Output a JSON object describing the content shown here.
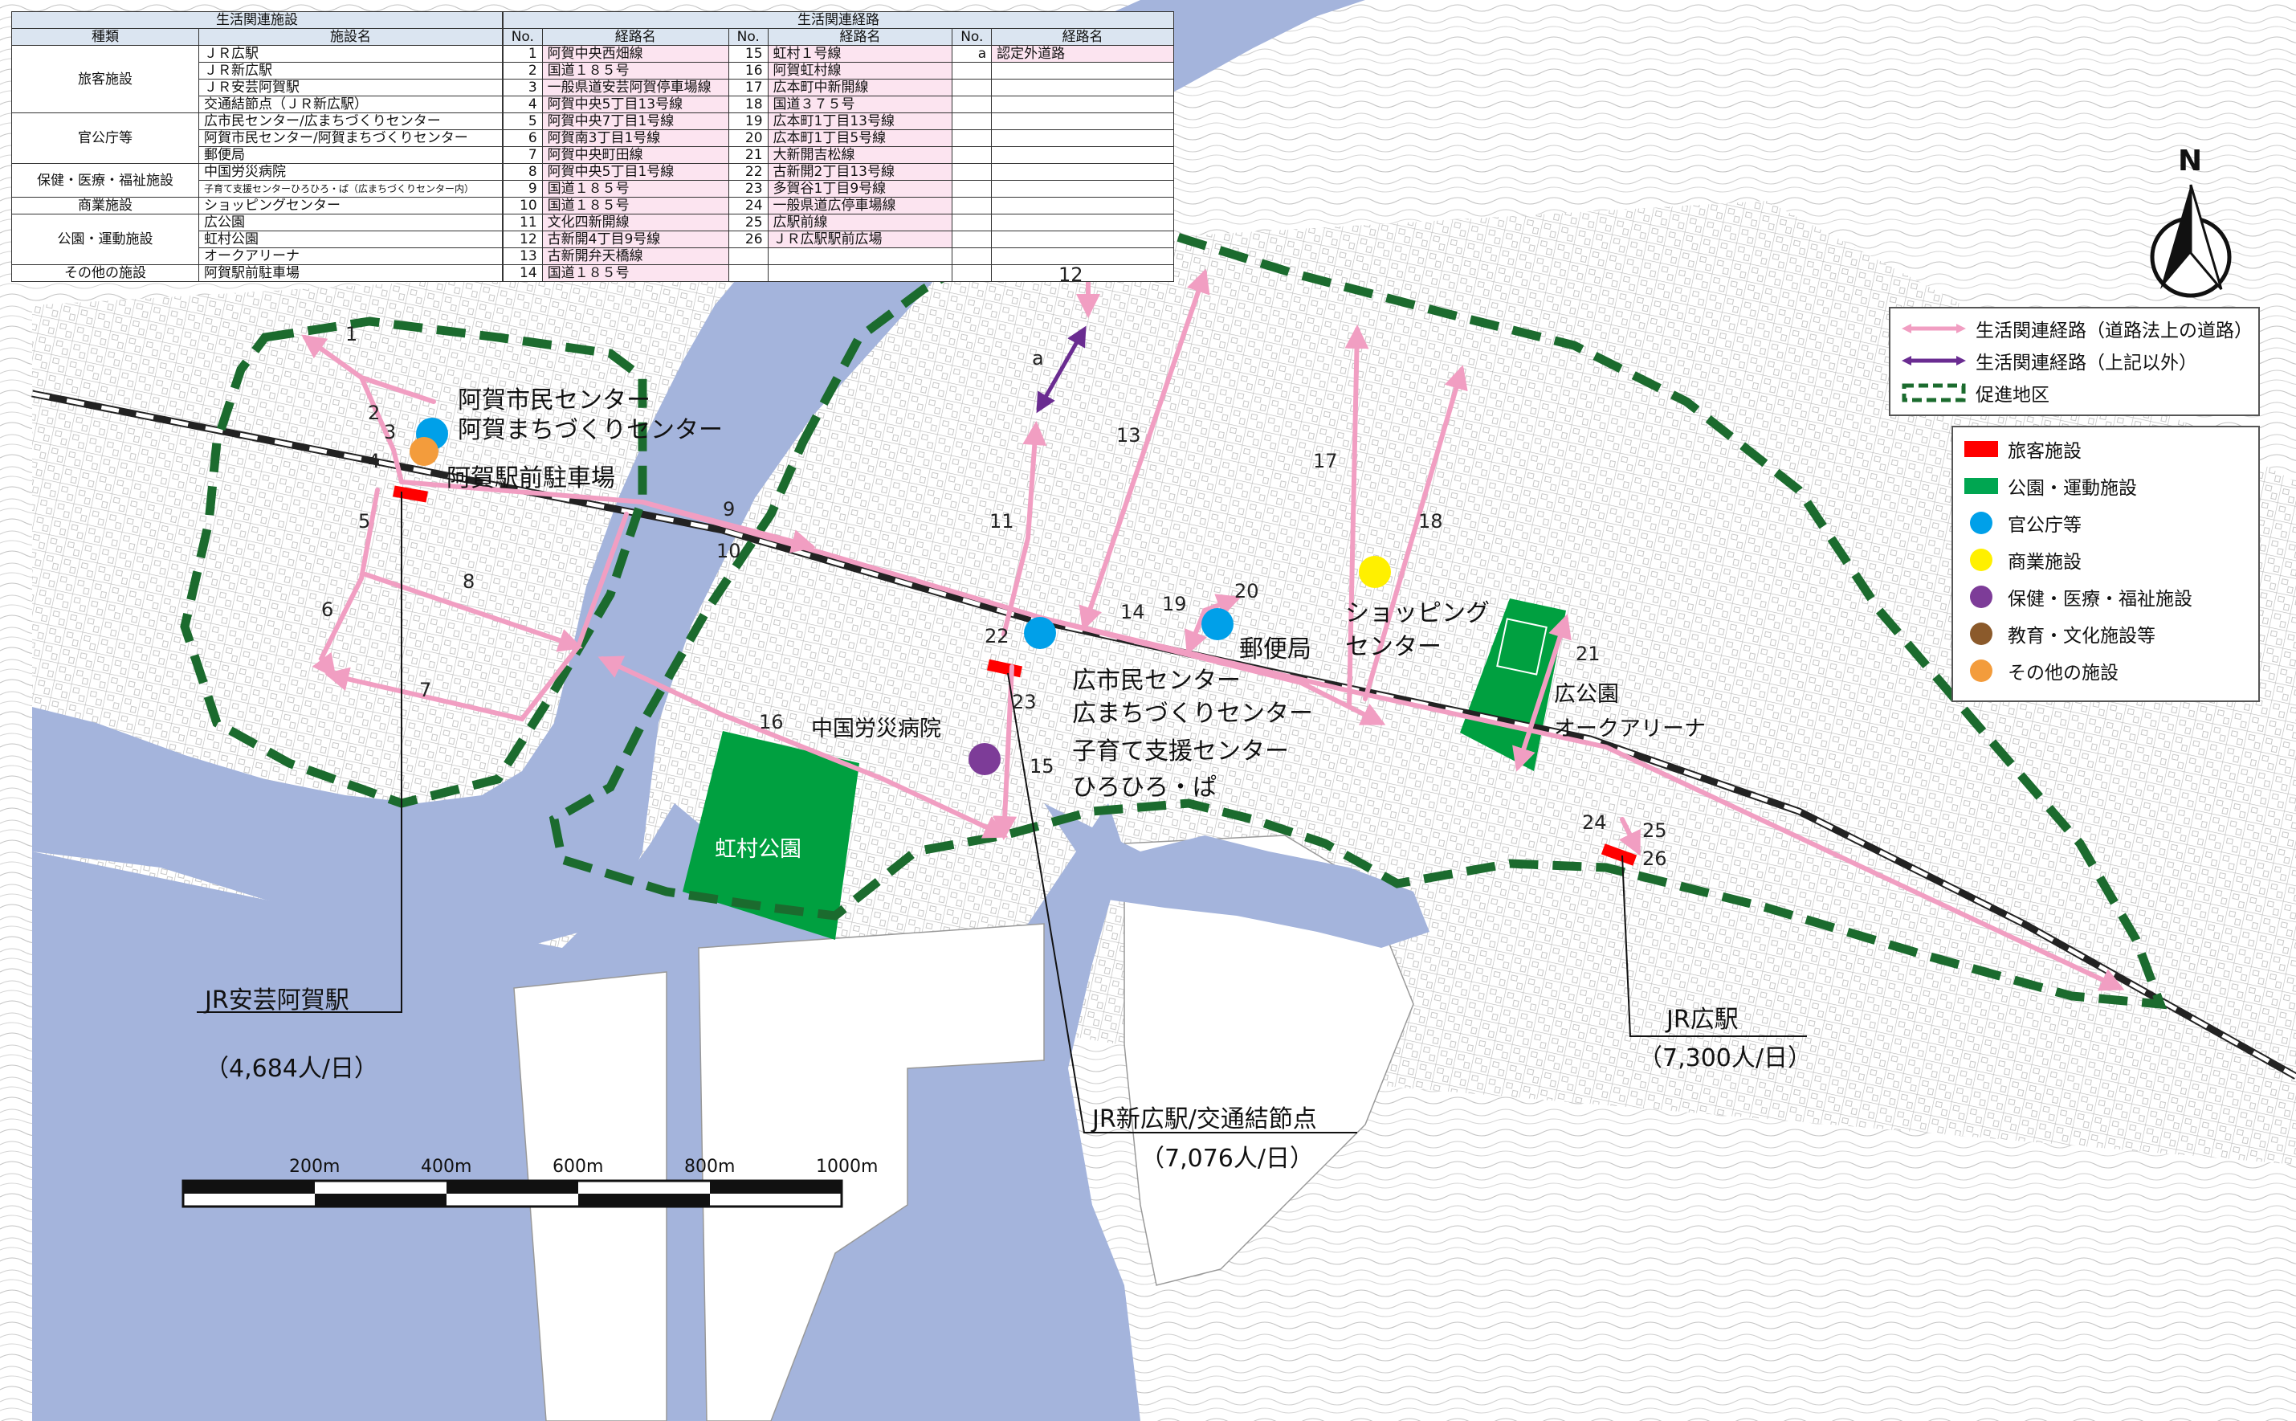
{
  "facilities_table": {
    "header": {
      "title": "生活関連施設",
      "col_type": "種類",
      "col_name": "施設名"
    },
    "groups": [
      {
        "type": "旅客施設",
        "items": [
          "ＪＲ広駅",
          "ＪＲ新広駅",
          "ＪＲ安芸阿賀駅",
          "交通結節点（ＪＲ新広駅）"
        ]
      },
      {
        "type": "官公庁等",
        "items": [
          "広市民センター/広まちづくりセンター",
          "阿賀市民センター/阿賀まちづくりセンター",
          "郵便局"
        ]
      },
      {
        "type": "保健・医療・福祉施設",
        "items": [
          "中国労災病院",
          "子育て支援センターひろひろ・ぱ（広まちづくりセンター内）"
        ]
      },
      {
        "type": "商業施設",
        "items": [
          "ショッピングセンター"
        ]
      },
      {
        "type": "公園・運動施設",
        "items": [
          "広公園",
          "虹村公園",
          "オークアリーナ"
        ]
      },
      {
        "type": "その他の施設",
        "items": [
          "阿賀駅前駐車場"
        ]
      }
    ]
  },
  "routes_table": {
    "header": {
      "title": "生活関連経路",
      "col_no": "No.",
      "col_name": "経路名"
    },
    "col1": [
      {
        "no": "1",
        "name": "阿賀中央西畑線"
      },
      {
        "no": "2",
        "name": "国道１８５号"
      },
      {
        "no": "3",
        "name": "一般県道安芸阿賀停車場線"
      },
      {
        "no": "4",
        "name": "阿賀中央5丁目13号線"
      },
      {
        "no": "5",
        "name": "阿賀中央7丁目1号線"
      },
      {
        "no": "6",
        "name": "阿賀南3丁目1号線"
      },
      {
        "no": "7",
        "name": "阿賀中央町田線"
      },
      {
        "no": "8",
        "name": "阿賀中央5丁目1号線"
      },
      {
        "no": "9",
        "name": "国道１８５号"
      },
      {
        "no": "10",
        "name": "国道１８５号"
      },
      {
        "no": "11",
        "name": "文化四新開線"
      },
      {
        "no": "12",
        "name": "古新開4丁目9号線"
      },
      {
        "no": "13",
        "name": "古新開弁天橋線"
      },
      {
        "no": "14",
        "name": "国道１８５号"
      }
    ],
    "col2": [
      {
        "no": "15",
        "name": "虹村１号線"
      },
      {
        "no": "16",
        "name": "阿賀虹村線"
      },
      {
        "no": "17",
        "name": "広本町中新開線"
      },
      {
        "no": "18",
        "name": "国道３７５号"
      },
      {
        "no": "19",
        "name": "広本町1丁目13号線"
      },
      {
        "no": "20",
        "name": "広本町1丁目5号線"
      },
      {
        "no": "21",
        "name": "大新開吉松線"
      },
      {
        "no": "22",
        "name": "古新開2丁目13号線"
      },
      {
        "no": "23",
        "name": "多賀谷1丁目9号線"
      },
      {
        "no": "24",
        "name": "一般県道広停車場線"
      },
      {
        "no": "25",
        "name": "広駅前線"
      },
      {
        "no": "26",
        "name": "ＪＲ広駅駅前広場"
      }
    ],
    "col3": [
      {
        "no": "a",
        "name": "認定外道路"
      }
    ]
  },
  "legend_routes": {
    "road_route": "生活関連経路（道路法上の道路）",
    "other_route": "生活関連経路（上記以外）",
    "promotion_zone": "促進地区"
  },
  "legend_facilities": [
    {
      "label": "旅客施設",
      "color": "#ff0000",
      "shape": "rect"
    },
    {
      "label": "公園・運動施設",
      "color": "#00a651",
      "shape": "rect"
    },
    {
      "label": "官公庁等",
      "color": "#00a0e9",
      "shape": "circle"
    },
    {
      "label": "商業施設",
      "color": "#fff000",
      "shape": "circle"
    },
    {
      "label": "保健・医療・福祉施設",
      "color": "#7d3c98",
      "shape": "circle"
    },
    {
      "label": "教育・文化施設等",
      "color": "#8b5a2b",
      "shape": "circle"
    },
    {
      "label": "その他の施設",
      "color": "#f39c3c",
      "shape": "circle"
    }
  ],
  "north_label": "N",
  "map_labels": {
    "aga_center": "阿賀市民センター",
    "aga_machi": "阿賀まちづくりセンター",
    "aga_parking": "阿賀駅前駐車場",
    "hiro_center": "広市民センター",
    "hiro_machi": "広まちづくりセンター",
    "kosodate": "子育て支援センター",
    "hirohiro": "ひろひろ・ぱ",
    "hospital": "中国労災病院",
    "post": "郵便局",
    "shopping_1": "ショッピング",
    "shopping_2": "センター",
    "hiro_park": "広公園",
    "oak_arena": "オークアリーナ",
    "nijimura": "虹村公園",
    "sta_aki_aga": "JR安芸阿賀駅",
    "sta_aki_aga_count": "（4,684人/日）",
    "sta_shin_hiro": "JR新広駅/交通結節点",
    "sta_shin_hiro_count": "（7,076人/日）",
    "sta_hiro": "JR広駅",
    "sta_hiro_count": "（7,300人/日）"
  },
  "route_numbers": [
    "1",
    "2",
    "3",
    "4",
    "5",
    "6",
    "7",
    "8",
    "9",
    "10",
    "11",
    "12",
    "13",
    "14",
    "15",
    "16",
    "17",
    "18",
    "19",
    "20",
    "21",
    "22",
    "23",
    "24",
    "25",
    "26",
    "a"
  ],
  "scale_bar": {
    "labels": [
      "200m",
      "400m",
      "600m",
      "800m",
      "1000m"
    ]
  },
  "colors": {
    "sea": "#a4b4dc",
    "route": "#f19ec2",
    "other_route": "#6a2c91",
    "zone": "#1b6b2e",
    "rail": "#222222",
    "park": "#00a040"
  }
}
